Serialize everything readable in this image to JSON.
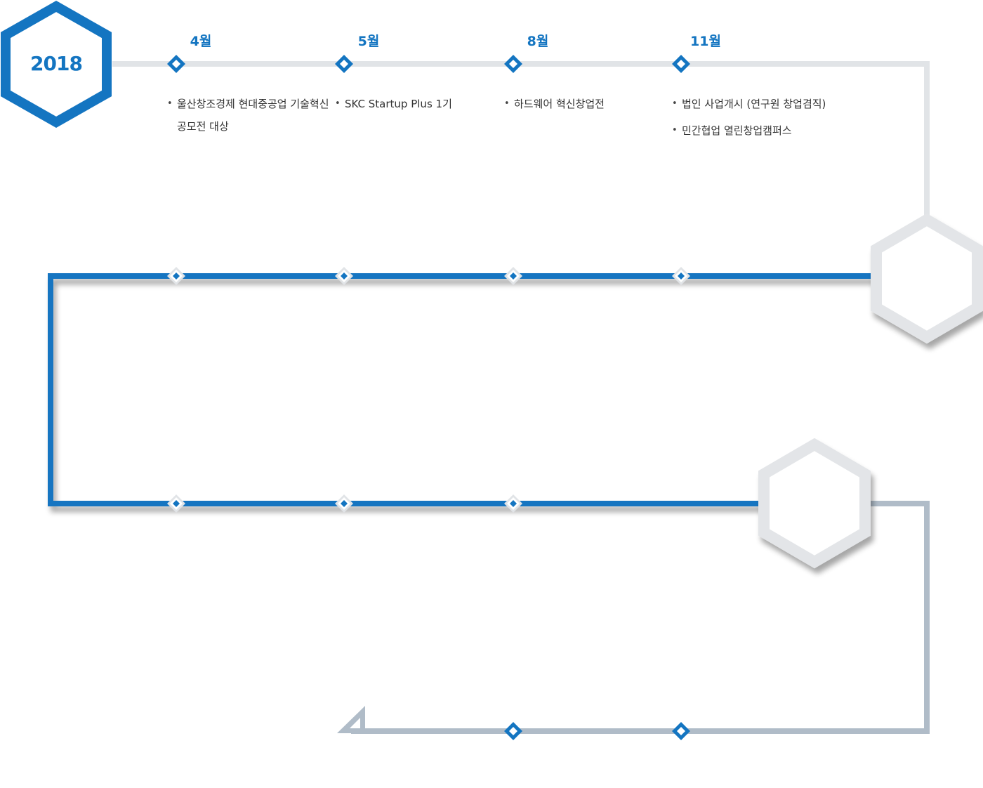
{
  "year": "2018",
  "columns": [
    {
      "month": "4월",
      "events": [
        "울산창조경제 현대중공업 기술혁신공모전 대상"
      ]
    },
    {
      "month": "5월",
      "events": [
        "SKC Startup Plus 1기"
      ]
    },
    {
      "month": "8월",
      "events": [
        "하드웨어 혁신창업전"
      ]
    },
    {
      "month": "11월",
      "events": [
        "법인 사업개시 (연구원 창업겸직)",
        "민간협업 열린창업캠퍼스"
      ]
    }
  ],
  "colors": {
    "accent": "#1475c1",
    "track_light": "#e1e4e7",
    "track_gray": "#b0bcc8",
    "hex_gray": "#e3e5e8"
  }
}
